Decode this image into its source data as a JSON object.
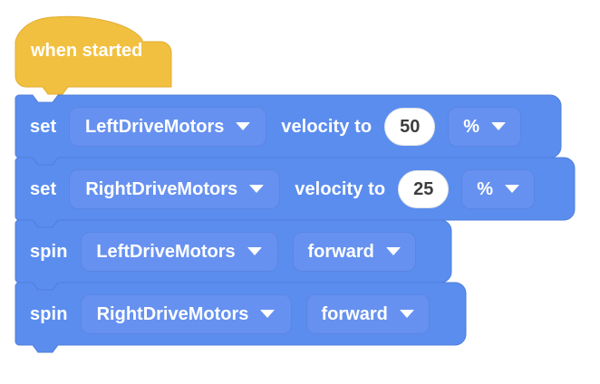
{
  "workspace": {
    "name": "blocks-workspace",
    "background_color": "#ffffff"
  },
  "colors": {
    "event_block": "#F2C040",
    "event_block_border": "#E0AE33",
    "motion_block": "#5B8DEF",
    "motion_block_border": "#4F7FD9",
    "field_fill": "#6691F0",
    "field_border": "#5A86E3",
    "field_text": "#ffffff",
    "number_field_fill": "#ffffff",
    "number_field_text": "#3d3d3d"
  },
  "script": {
    "hat": {
      "name": "when-started-hat-block",
      "label": "when started"
    },
    "blocks": [
      {
        "name": "set-velocity-block-1",
        "prefix": "set",
        "motor_dropdown": "LeftDriveMotors",
        "middle": "velocity to",
        "value": "50",
        "unit_dropdown": "%"
      },
      {
        "name": "set-velocity-block-2",
        "prefix": "set",
        "motor_dropdown": "RightDriveMotors",
        "middle": "velocity to",
        "value": "25",
        "unit_dropdown": "%"
      },
      {
        "name": "spin-block-1",
        "prefix": "spin",
        "motor_dropdown": "LeftDriveMotors",
        "direction_dropdown": "forward"
      },
      {
        "name": "spin-block-2",
        "prefix": "spin",
        "motor_dropdown": "RightDriveMotors",
        "direction_dropdown": "forward"
      }
    ]
  },
  "icons": {
    "caret": "chevron-down-icon"
  }
}
